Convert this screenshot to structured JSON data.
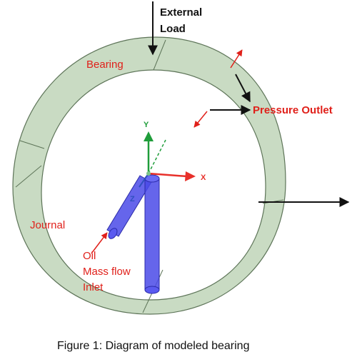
{
  "labels": {
    "external_load_line1": "External",
    "external_load_line2": "Load",
    "bearing": "Bearing",
    "pressure_outlet": "Pressure Outlet",
    "journal": "Journal",
    "oil_line1": "Oil",
    "oil_line2": "Mass flow",
    "oil_line3": "Inlet"
  },
  "axes": {
    "x": "X",
    "y": "Y",
    "z": "Z"
  },
  "caption": "Figure 1: Diagram of modeled bearing",
  "colors": {
    "bearing_fill": "#c9dbc3",
    "bearing_stroke": "#5d7458",
    "pipe_fill": "#4a4ae8",
    "pipe_stroke": "#2a2aa8",
    "label_red": "#e0201a",
    "axis_x": "#e8302a",
    "axis_y": "#1f9d3a",
    "axis_z": "#3050c0"
  }
}
